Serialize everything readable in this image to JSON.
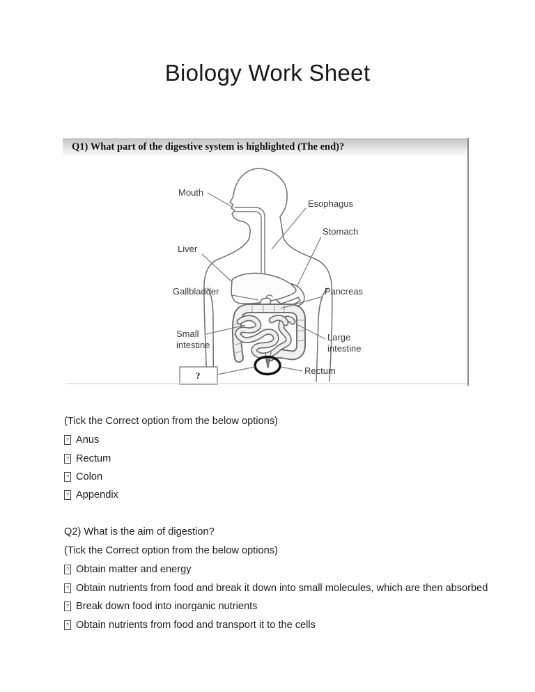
{
  "page_title": "Biology Work Sheet",
  "q1": {
    "header": "Q1) What part of the digestive system is highlighted (The end)?",
    "instruction": "(Tick the Correct option from the below options)",
    "options": [
      "Anus",
      "Rectum",
      "Colon",
      "Appendix"
    ]
  },
  "q2": {
    "header": "Q2) What is the aim of digestion?",
    "instruction": "(Tick the Correct option from the below options)",
    "options": [
      "Obtain matter and energy",
      "Obtain nutrients from food and break it down into small molecules, which are then absorbed",
      "Break down food into inorganic nutrients",
      "Obtain nutrients from food and transport it to the cells"
    ]
  },
  "diagram": {
    "labels": {
      "mouth": "Mouth",
      "esophagus": "Esophagus",
      "stomach": "Stomach",
      "liver": "Liver",
      "gallbladder": "Gallbladder",
      "pancreas": "Pancreas",
      "small_intestine_1": "Small",
      "small_intestine_2": "intestine",
      "large_intestine_1": "Large",
      "large_intestine_2": "intestine",
      "rectum": "Rectum",
      "answer_box": "?"
    },
    "highlight_color": "#111111",
    "drawing_line_color": "#6f6f6f"
  }
}
